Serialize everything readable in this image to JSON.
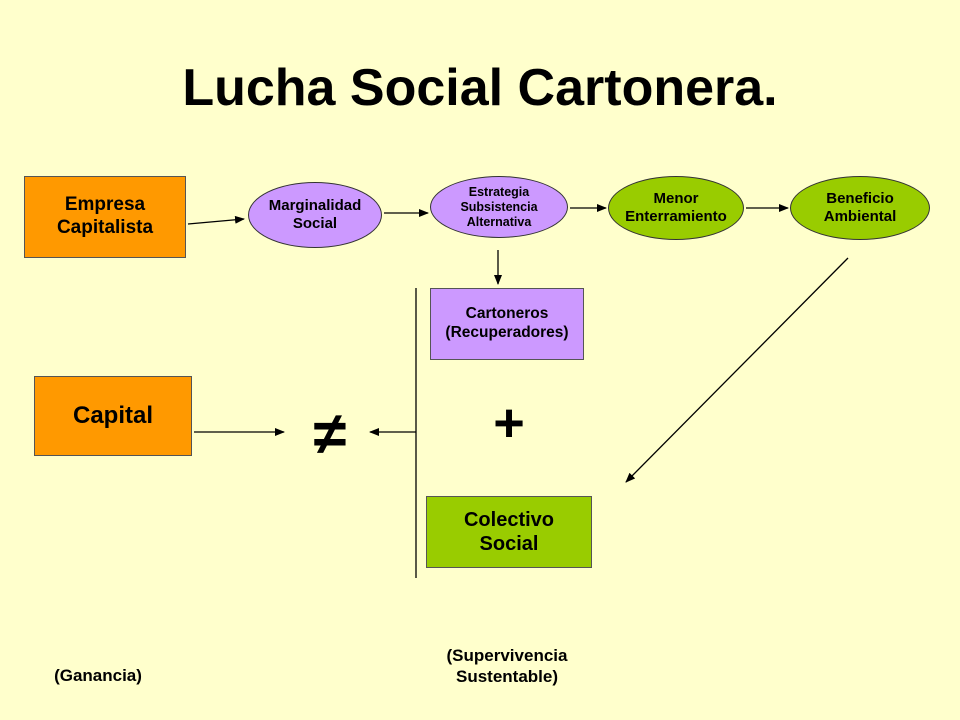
{
  "title": "Lucha Social Cartonera.",
  "nodes": {
    "empresa": "Empresa\nCapitalista",
    "marginalidad": "Marginalidad\nSocial",
    "estrategia": "Estrategia\nSubsistencia\nAlternativa",
    "menor": "Menor\nEnterramiento",
    "beneficio": "Beneficio\nAmbiental",
    "cartoneros": "Cartoneros\n(Recuperadores)",
    "capital": "Capital",
    "colectivo": "Colectivo\nSocial"
  },
  "symbols": {
    "not_equal": "≠",
    "plus": "+"
  },
  "notes": {
    "ganancia": "(Ganancia)",
    "supervivencia": "(Supervivencia\nSustentable)"
  },
  "colors": {
    "background": "#ffffcc",
    "orange": "#ff9900",
    "purple": "#cc99ff",
    "green": "#99cc00"
  }
}
